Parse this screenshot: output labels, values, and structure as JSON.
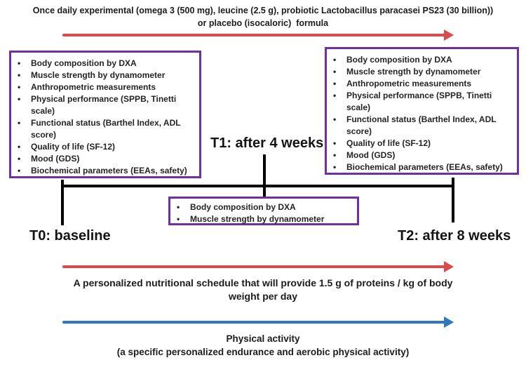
{
  "colors": {
    "box_border_purple": "#7030a0",
    "arrow_red": "#d94c4c",
    "arrow_blue": "#2e78bd",
    "timeline_black": "#000000",
    "text_black": "#1c1c1c"
  },
  "header": {
    "line1": "Once daily experimental (omega 3 (500 mg), leucine (2.5 g), probiotic Lactobacillus paracasei PS23 (30 billion))",
    "line2": "or placebo (isocaloric)  formula"
  },
  "assessments_full": [
    "Body composition by DXA",
    "Muscle strength by dynamometer",
    "Anthropometric measurements",
    "Physical performance (SPPB, Tinetti scale)",
    "Functional status (Barthel Index, ADL score)",
    "Quality of life (SF-12)",
    "Mood (GDS)",
    "Biochemical parameters (EEAs, safety)"
  ],
  "assessments_mid": [
    "Body composition by DXA",
    "Muscle strength by dynamometer"
  ],
  "timepoints": {
    "t0": "T0: baseline",
    "t1": "T1: after 4 weeks",
    "t2": "T2: after 8 weeks"
  },
  "nutrition": {
    "line1": "A personalized nutritional schedule that will provide 1.5 g of proteins / kg of body",
    "line2": "weight per day"
  },
  "activity": {
    "line1": "Physical activity",
    "line2": "(a specific personalized endurance and aerobic physical activity)"
  }
}
